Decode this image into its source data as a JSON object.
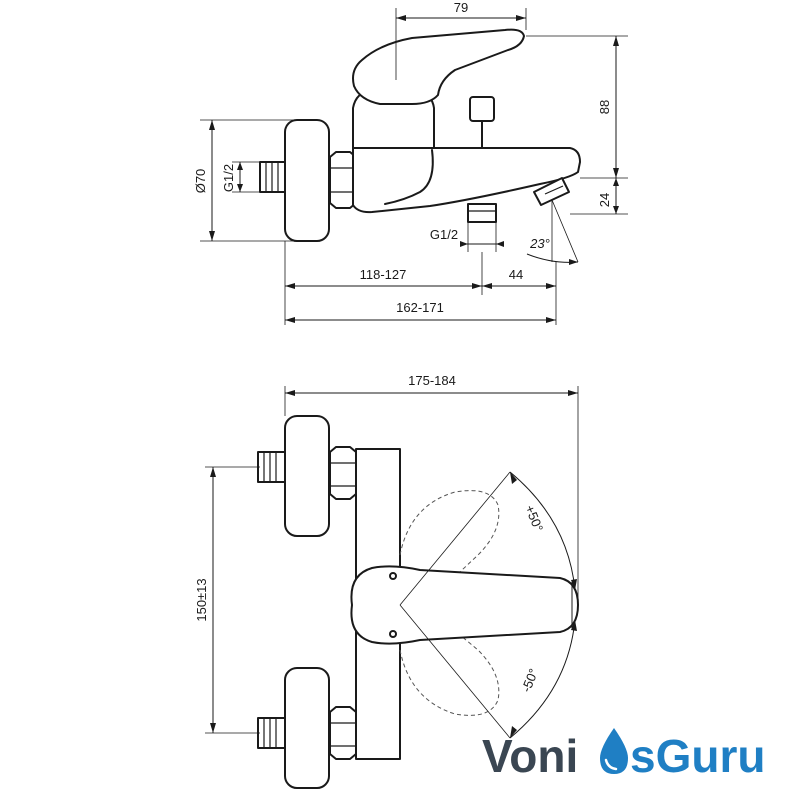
{
  "side_view": {
    "dim_width_lever": "79",
    "dim_height_total": "88",
    "dim_spout_height": "24",
    "dim_wall_plate_dia": "Ø70",
    "dim_inlet_thread": "G1/2",
    "dim_outlet_thread": "G1/2",
    "dim_spout_angle": "23°",
    "dim_inlet_to_outlet": "118-127",
    "dim_outlet_to_spout": "44",
    "dim_wall_to_spout": "162-171"
  },
  "top_view": {
    "dim_overall_depth": "175-184",
    "dim_inlet_spacing": "150±13",
    "angle_plus": "+50°",
    "angle_minus": "-50°"
  },
  "logo": {
    "part1": "Voni",
    "part2": "sGuru",
    "drop_color": "#1f7fc4",
    "text_color": "#3a4652"
  }
}
